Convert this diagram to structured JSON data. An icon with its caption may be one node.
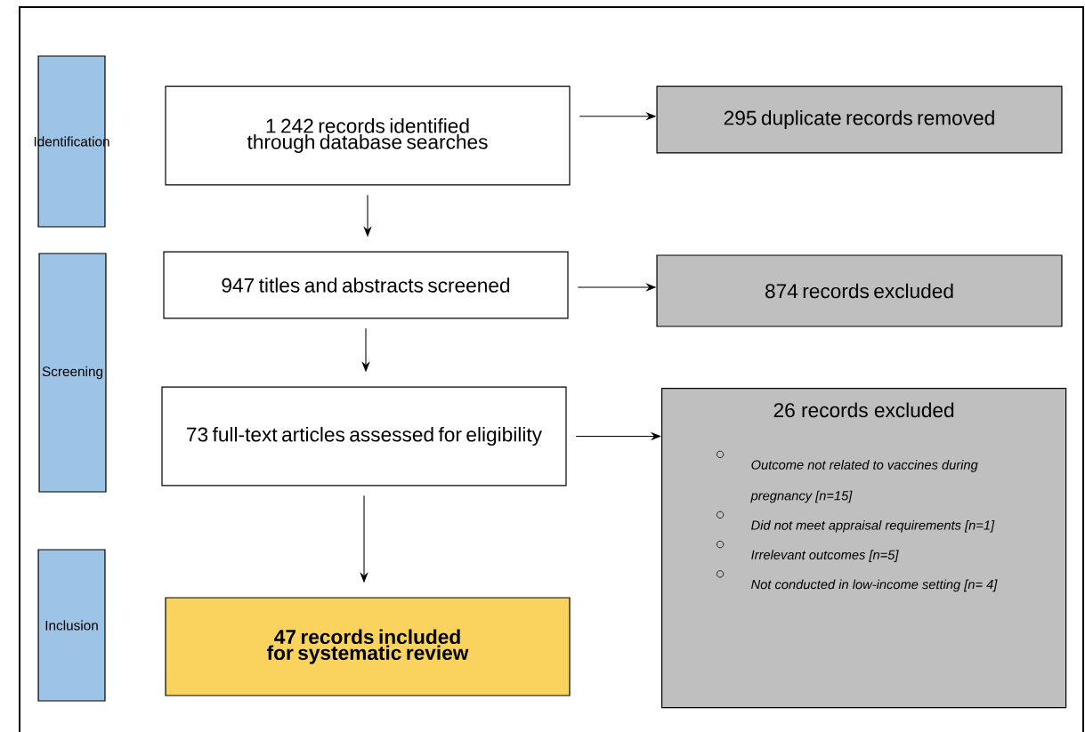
{
  "diagram": {
    "nodes": [
      {
        "text": [
          "Identification"
        ]
      },
      {
        "text": [
          "Screening"
        ]
      },
      {
        "text": [
          "Inclusion"
        ]
      },
      {
        "text": [
          "1 242 records identified through database searches"
        ]
      },
      {
        "text": [
          "295 duplicate records removed"
        ]
      },
      {
        "text": [
          "947 titles and abstracts screened"
        ]
      },
      {
        "text": [
          "874 records excluded"
        ]
      },
      {
        "text": [
          "73 full-text articles assessed for eligibility"
        ]
      },
      {
        "text": [
          "26 records excluded",
          "Outcome not related to vaccines during pregnancy [n=15]",
          "Did not meet appraisal requirements [n=1]",
          "Irrelevant outcomes [n=5]",
          "Not conducted in low-income setting [n= 4]"
        ]
      },
      {
        "text": [
          "47 records included for systematic review"
        ]
      }
    ],
    "edges": [
      {
        "from": 3,
        "to": 4,
        "arrow": "to"
      },
      {
        "from": 3,
        "to": 5,
        "arrow": "to"
      },
      {
        "from": 5,
        "to": 6,
        "arrow": "to"
      },
      {
        "from": 5,
        "to": 7,
        "arrow": "to"
      },
      {
        "from": 7,
        "to": 8,
        "arrow": "to"
      },
      {
        "from": 7,
        "to": 9,
        "arrow": "to"
      }
    ]
  }
}
